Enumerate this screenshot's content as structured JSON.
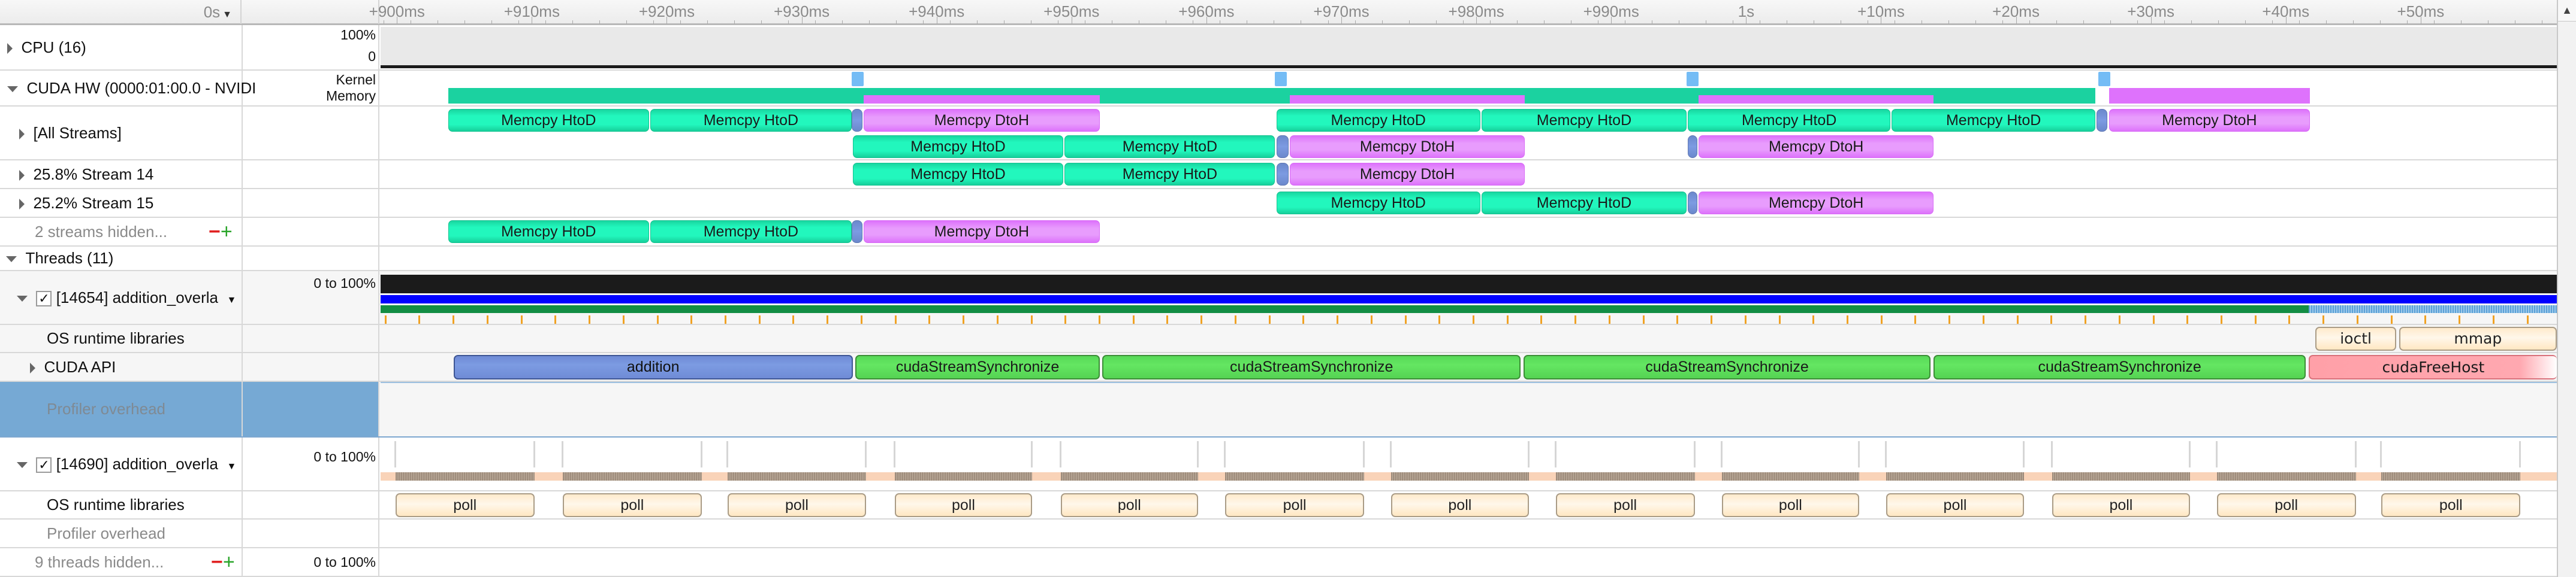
{
  "header": {
    "time_origin": "0s",
    "ticks": [
      {
        "t": 900,
        "label": "+900ms"
      },
      {
        "t": 910,
        "label": "+910ms"
      },
      {
        "t": 920,
        "label": "+920ms"
      },
      {
        "t": 930,
        "label": "+930ms"
      },
      {
        "t": 940,
        "label": "+940ms"
      },
      {
        "t": 950,
        "label": "+950ms"
      },
      {
        "t": 960,
        "label": "+960ms"
      },
      {
        "t": 970,
        "label": "+970ms"
      },
      {
        "t": 980,
        "label": "+980ms"
      },
      {
        "t": 990,
        "label": "+990ms"
      },
      {
        "t": 1000,
        "label": "1s"
      },
      {
        "t": 1010,
        "label": "+10ms"
      },
      {
        "t": 1020,
        "label": "+20ms"
      },
      {
        "t": 1030,
        "label": "+30ms"
      },
      {
        "t": 1040,
        "label": "+40ms"
      },
      {
        "t": 1050,
        "label": "+50ms"
      }
    ],
    "view_range_ms": [
      898.7,
      1060.0
    ]
  },
  "rows": {
    "cpu": {
      "label": "CPU (16)",
      "max": "100%",
      "min": "0"
    },
    "cuda_hw": {
      "label": "CUDA HW (0000:01:00.0 - NVIDI",
      "sub_top": "Kernel",
      "sub_bottom": "Memory"
    },
    "all_streams": {
      "label": "[All Streams]"
    },
    "stream14": {
      "label": "25.8% Stream 14"
    },
    "stream15": {
      "label": "25.2% Stream 15"
    },
    "streams_hidden": {
      "label": "2 streams hidden...",
      "minus": "−",
      "plus": "+"
    },
    "threads": {
      "label": "Threads (11)"
    },
    "thread1": {
      "label": "[14654] addition_overla",
      "checked": "✓",
      "range": "0 to 100%"
    },
    "thread1_osrt": {
      "label": "OS runtime libraries"
    },
    "thread1_cuda_api": {
      "label": "CUDA API"
    },
    "thread1_profiler": {
      "label": "Profiler overhead"
    },
    "thread2": {
      "label": "[14690] addition_overla",
      "checked": "✓",
      "range": "0 to 100%"
    },
    "thread2_osrt": {
      "label": "OS runtime libraries"
    },
    "thread2_profiler": {
      "label": "Profiler overhead"
    },
    "threads_hidden": {
      "label": "9 threads hidden...",
      "minus": "−",
      "plus": "+",
      "range": "0 to 100%"
    }
  },
  "timeline": {
    "kernel_marks": [
      933.6,
      965.0,
      995.5,
      1026.0
    ],
    "all_streams_row1": [
      {
        "type": "htod",
        "start": 903.7,
        "end": 918.6,
        "label": "Memcpy HtoD"
      },
      {
        "type": "htod",
        "start": 918.7,
        "end": 933.6,
        "label": "Memcpy HtoD"
      },
      {
        "type": "kernel",
        "start": 933.6,
        "end": 934.4,
        "label": ""
      },
      {
        "type": "dtoh",
        "start": 934.5,
        "end": 952.0,
        "label": "Memcpy DtoH"
      },
      {
        "type": "htod",
        "start": 965.1,
        "end": 980.2,
        "label": "Memcpy HtoD"
      },
      {
        "type": "htod",
        "start": 980.3,
        "end": 995.5,
        "label": "Memcpy HtoD"
      },
      {
        "type": "htod",
        "start": 995.6,
        "end": 1010.6,
        "label": "Memcpy HtoD"
      },
      {
        "type": "htod",
        "start": 1010.7,
        "end": 1025.8,
        "label": "Memcpy HtoD"
      },
      {
        "type": "kernel",
        "start": 1025.9,
        "end": 1026.7,
        "label": ""
      },
      {
        "type": "dtoh",
        "start": 1026.8,
        "end": 1041.7,
        "label": "Memcpy DtoH"
      }
    ],
    "all_streams_row2": [
      {
        "type": "htod",
        "start": 933.7,
        "end": 949.3,
        "label": "Memcpy HtoD"
      },
      {
        "type": "htod",
        "start": 949.4,
        "end": 965.0,
        "label": "Memcpy HtoD"
      },
      {
        "type": "kernel",
        "start": 965.1,
        "end": 966.0,
        "label": ""
      },
      {
        "type": "dtoh",
        "start": 966.1,
        "end": 983.5,
        "label": "Memcpy DtoH"
      },
      {
        "type": "kernel",
        "start": 995.6,
        "end": 996.3,
        "label": ""
      },
      {
        "type": "dtoh",
        "start": 996.4,
        "end": 1013.8,
        "label": "Memcpy DtoH"
      }
    ],
    "stream14": [
      {
        "type": "htod",
        "start": 933.7,
        "end": 949.3,
        "label": "Memcpy HtoD"
      },
      {
        "type": "htod",
        "start": 949.4,
        "end": 965.0,
        "label": "Memcpy HtoD"
      },
      {
        "type": "kernel",
        "start": 965.1,
        "end": 966.0,
        "label": ""
      },
      {
        "type": "dtoh",
        "start": 966.1,
        "end": 983.5,
        "label": "Memcpy DtoH"
      }
    ],
    "stream15": [
      {
        "type": "htod",
        "start": 965.1,
        "end": 980.2,
        "label": "Memcpy HtoD"
      },
      {
        "type": "htod",
        "start": 980.3,
        "end": 995.5,
        "label": "Memcpy HtoD"
      },
      {
        "type": "kernel",
        "start": 995.6,
        "end": 996.3,
        "label": ""
      },
      {
        "type": "dtoh",
        "start": 996.4,
        "end": 1013.8,
        "label": "Memcpy DtoH"
      }
    ],
    "streams_hidden": [
      {
        "type": "htod",
        "start": 903.7,
        "end": 918.6,
        "label": "Memcpy HtoD"
      },
      {
        "type": "htod",
        "start": 918.7,
        "end": 933.6,
        "label": "Memcpy HtoD"
      },
      {
        "type": "kernel",
        "start": 933.6,
        "end": 934.4,
        "label": ""
      },
      {
        "type": "dtoh",
        "start": 934.5,
        "end": 952.0,
        "label": "Memcpy DtoH"
      }
    ],
    "memory_htod_span": [
      903.7,
      1025.8
    ],
    "memory_dtoh_spans": [
      [
        934.5,
        952.0
      ],
      [
        966.1,
        983.5
      ],
      [
        996.4,
        1013.8
      ],
      [
        1026.8,
        1041.7
      ]
    ],
    "thread1_osrt": [
      {
        "start": 1042.1,
        "end": 1048.1,
        "label": "ioctl"
      },
      {
        "start": 1048.3,
        "end": 1060.0,
        "label": "mmap"
      }
    ],
    "thread1_cuda_api": [
      {
        "type": "blue",
        "start": 904.1,
        "end": 933.7,
        "label": "addition"
      },
      {
        "type": "green",
        "start": 933.9,
        "end": 952.0,
        "label": "cudaStreamSynchronize"
      },
      {
        "type": "green",
        "start": 952.2,
        "end": 983.2,
        "label": "cudaStreamSynchronize"
      },
      {
        "type": "green",
        "start": 983.4,
        "end": 1013.6,
        "label": "cudaStreamSynchronize"
      },
      {
        "type": "green",
        "start": 1013.8,
        "end": 1041.4,
        "label": "cudaStreamSynchronize"
      },
      {
        "type": "red",
        "start": 1041.6,
        "end": 1060.0,
        "label": "cudaFreeHost"
      }
    ],
    "thread1_state_switch": 1041.6,
    "thread2_poll": [
      {
        "start": 899.8,
        "end": 910.1,
        "label": "poll"
      },
      {
        "start": 912.2,
        "end": 922.5,
        "label": "poll"
      },
      {
        "start": 924.4,
        "end": 934.7,
        "label": "poll"
      },
      {
        "start": 936.8,
        "end": 947.0,
        "label": "poll"
      },
      {
        "start": 949.1,
        "end": 959.3,
        "label": "poll"
      },
      {
        "start": 961.3,
        "end": 971.6,
        "label": "poll"
      },
      {
        "start": 973.6,
        "end": 983.8,
        "label": "poll"
      },
      {
        "start": 985.8,
        "end": 996.1,
        "label": "poll"
      },
      {
        "start": 998.1,
        "end": 1008.3,
        "label": "poll"
      },
      {
        "start": 1010.3,
        "end": 1020.5,
        "label": "poll"
      },
      {
        "start": 1022.6,
        "end": 1032.8,
        "label": "poll"
      },
      {
        "start": 1034.8,
        "end": 1045.1,
        "label": "poll"
      },
      {
        "start": 1047.0,
        "end": 1057.3,
        "label": "poll"
      }
    ]
  },
  "colors": {
    "htod": "#22f7bd",
    "dtoh": "#e89cfd",
    "kernel": "#7c9be2",
    "cuda_api_green": "#64e662",
    "cuda_api_red": "#ffa8b0",
    "selection": "#76a9d4"
  },
  "scrollbar": {
    "up_arrow": "▲"
  }
}
